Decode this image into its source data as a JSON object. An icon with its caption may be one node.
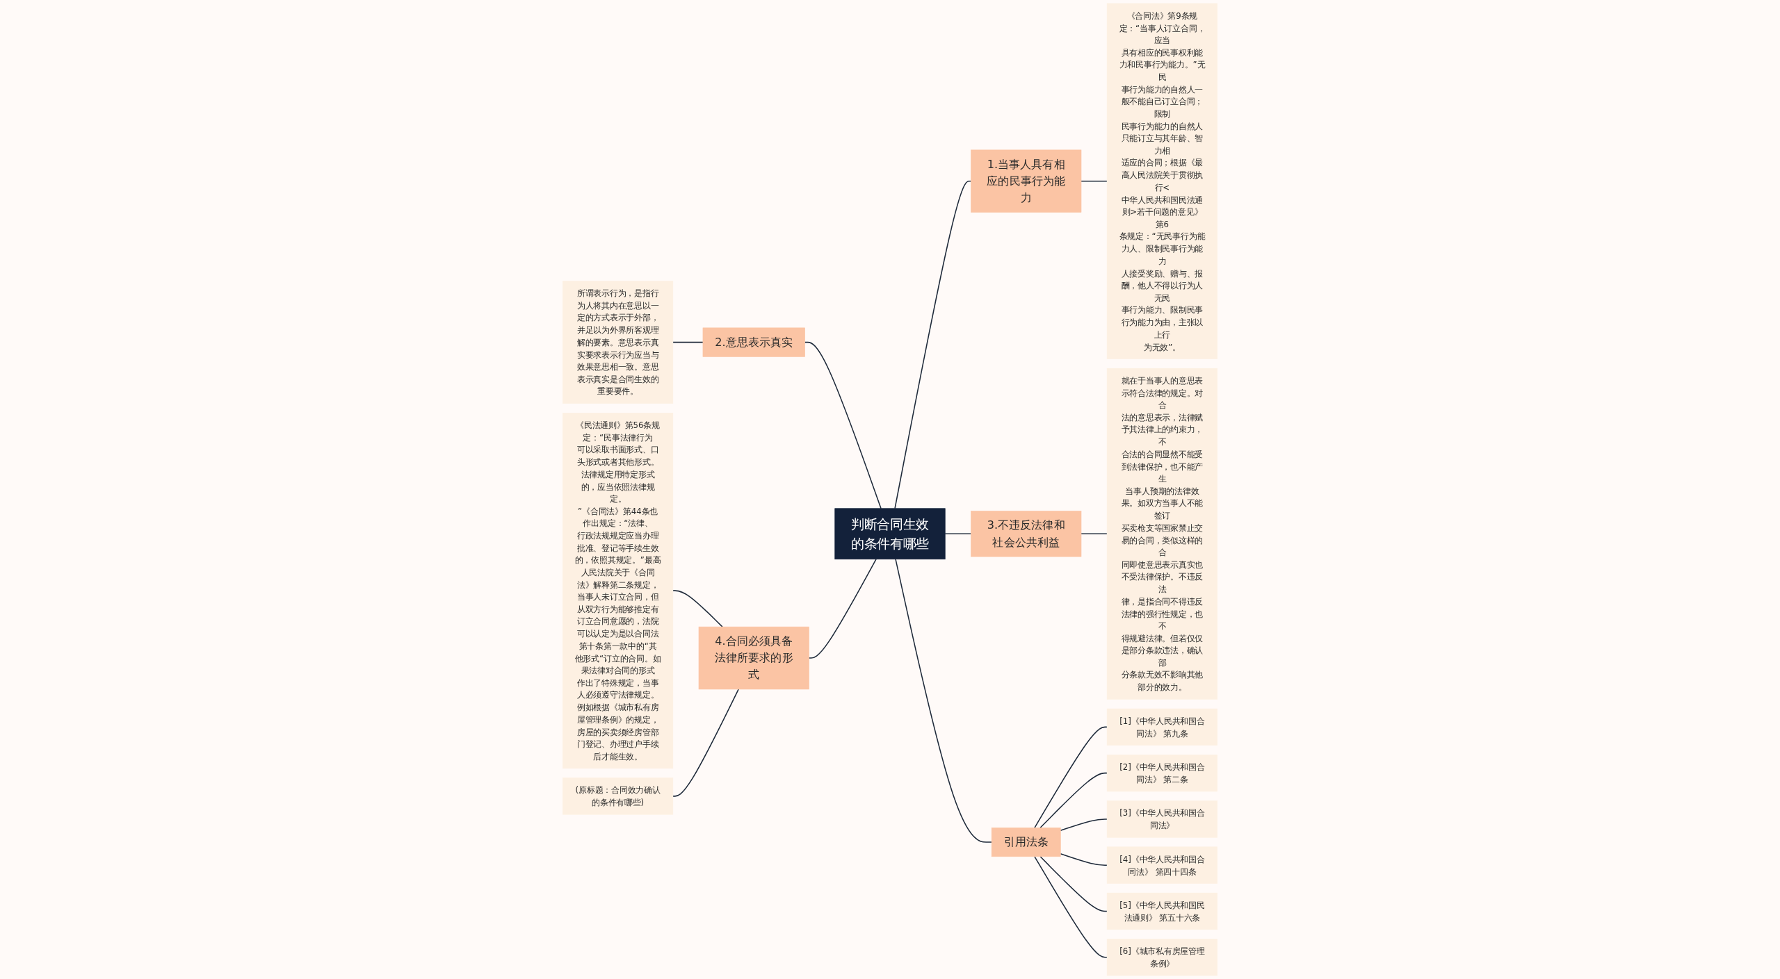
{
  "diagram": {
    "nodes": [
      {
        "text": [
          "判断合同生效的条件有哪些"
        ]
      },
      {
        "text": [
          "1.当事人具有相应的民事行为能力"
        ]
      },
      {
        "text": [
          "《合同法》第9条规定：“当事人订立合同，应当具有相应的民事权利能力和民事行为能力。”无民事行为能力的自然人一般不能自己订立合同；限制民事行为能力的自然人只能订立与其年龄、智力相适应的合同；根据《最高人民法院关于贯彻执行<中华人民共和国民法通则>若干问题的意见》第6条规定：“无民事行为能力人、限制民事行为能力人接受奖励、赠与、报酬，他人不得以行为人无民事行为能力、限制民事行为能力为由，主张以上行为无效”。"
        ]
      },
      {
        "text": [
          "2.意思表示真实"
        ]
      },
      {
        "text": [
          "所谓表示行为，是指行为人将其内在意思以一定的方式表示于外部，并足以为外界所客观理解的要素。意思表示真实要求表示行为应当与效果意思相一致。意思表示真实是合同生效的重要要件。"
        ]
      },
      {
        "text": [
          "3.不违反法律和社会公共利益"
        ]
      },
      {
        "text": [
          "就在于当事人的意思表示符合法律的规定。对合法的意思表示，法律赋予其法律上的约束力，不合法的合同显然不能受到法律保护，也不能产生当事人预期的法律效果。如双方当事人不能签订买卖枪支等国家禁止交易的合同，类似这样的合同即使意思表示真实也不受法律保护。不违反法律，是指合同不得违反法律的强行性规定，也不得规避法律。但若仅仅是部分条款违法，确认部分条款无效不影响其他部分的效力。"
        ]
      },
      {
        "text": [
          "4.合同必须具备法律所要求的形式"
        ]
      },
      {
        "text": [
          "《民法通则》第56条规定：“民事法律行为可以采取书面形式、口头形式或者其他形式。法律规定用特定形式的，应当依照法律规定。”《合同法》第44条也作出规定：“法律、行政法规规定应当办理批准、登记等手续生效的，依照其规定。”最高人民法院关于《合同法》解释第二条规定，当事人未订立合同，但从双方行为能够推定有订立合同意愿的，法院可以认定为是以合同法第十条第一款中的“其他形式“订立的合同。如果法律对合同的形式作出了特殊规定，当事人必须遵守法律规定。例如根据《城市私有房屋管理条例》的规定，房屋的买卖须经房管部门登记、办理过户手续后才能生效。"
        ]
      },
      {
        "text": [
          "(原标题：合同效力确认的条件有哪些)"
        ]
      },
      {
        "text": [
          "引用法条"
        ]
      },
      {
        "text": [
          "[1]《中华人民共和国合同法》 第九条"
        ]
      },
      {
        "text": [
          "[2]《中华人民共和国合同法》 第二条"
        ]
      },
      {
        "text": [
          "[3]《中华人民共和国合同法》"
        ]
      },
      {
        "text": [
          "[4]《中华人民共和国合同法》 第四十四条"
        ]
      },
      {
        "text": [
          "[5]《中华人民共和国民法通则》 第五十六条"
        ]
      },
      {
        "text": [
          "[6]《城市私有房屋管理条例》"
        ]
      }
    ],
    "edges": [
      {
        "from": 0,
        "to": 1,
        "arrow": "none"
      },
      {
        "from": 1,
        "to": 2,
        "arrow": "none"
      },
      {
        "from": 0,
        "to": 3,
        "arrow": "none"
      },
      {
        "from": 3,
        "to": 4,
        "arrow": "none"
      },
      {
        "from": 0,
        "to": 5,
        "arrow": "none"
      },
      {
        "from": 5,
        "to": 6,
        "arrow": "none"
      },
      {
        "from": 0,
        "to": 7,
        "arrow": "none"
      },
      {
        "from": 7,
        "to": 8,
        "arrow": "none"
      },
      {
        "from": 7,
        "to": 9,
        "arrow": "none"
      },
      {
        "from": 0,
        "to": 10,
        "arrow": "none"
      },
      {
        "from": 10,
        "to": 11,
        "arrow": "none"
      },
      {
        "from": 10,
        "to": 12,
        "arrow": "none"
      },
      {
        "from": 10,
        "to": 13,
        "arrow": "none"
      },
      {
        "from": 10,
        "to": 14,
        "arrow": "none"
      },
      {
        "from": 10,
        "to": 15,
        "arrow": "none"
      },
      {
        "from": 10,
        "to": 16,
        "arrow": "none"
      }
    ]
  }
}
